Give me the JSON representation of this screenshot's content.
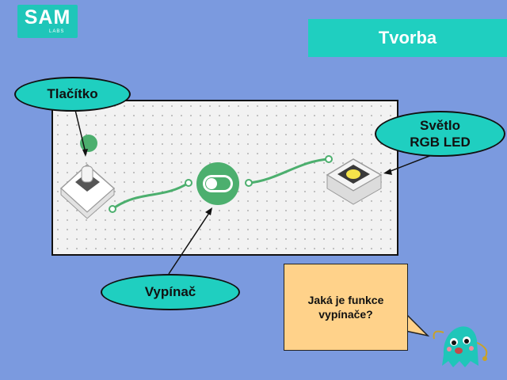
{
  "logo": {
    "main": "SAM",
    "sub": "LABS"
  },
  "title": "Tvorba",
  "callouts": {
    "button_label": "Tlačítko",
    "switch_label": "Vypínač",
    "light_label_line1": "Světlo",
    "light_label_line2": "RGB LED"
  },
  "question": {
    "line1": "Jaká je funkce",
    "line2": "vypínače?"
  },
  "colors": {
    "background": "#7b9adf",
    "accent_teal": "#1fcfc0",
    "wire_green": "#4caf6e",
    "question_bg": "#ffd28a",
    "canvas_bg": "#f2f2f2"
  },
  "icons": [
    "button-block-icon",
    "switch-block-icon",
    "rgb-led-block-icon",
    "sam-mascot-icon"
  ]
}
